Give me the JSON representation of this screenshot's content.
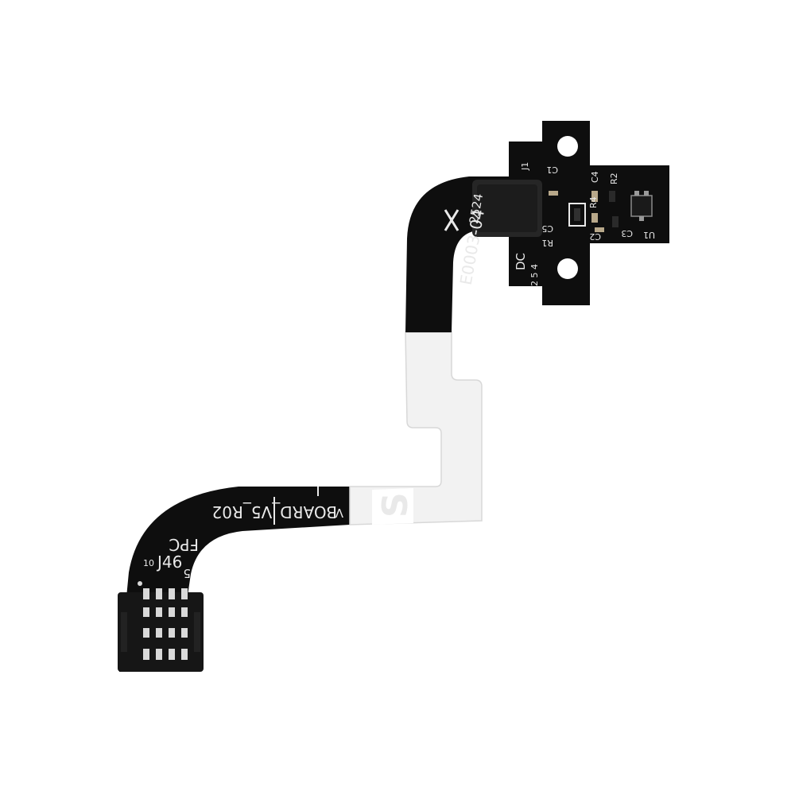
{
  "scene": {
    "background_color": "#ffffff",
    "cable_color": "#0e0e0e",
    "stiffener_color": "#f2f2f2",
    "sticker_color": "#f36a3c",
    "silkscreen_color": "#e9e9e9"
  },
  "silkscreen": {
    "part_number": "E0003-04",
    "date_code": "2524",
    "board_label": "BOARD_V5_R02",
    "board_prefix": "V",
    "fpc_label": "FPC",
    "connector_ref": "J46",
    "pin_10": "10",
    "pin_5": "5",
    "j1": "J1",
    "c1": "C1",
    "c4": "C4",
    "r2": "R2",
    "r4": "R4",
    "c2": "C2",
    "c3": "C3",
    "r1": "R1",
    "c5": "C5",
    "u1": "U1",
    "dc": "DC",
    "lot": "2 5 4",
    "sticker_text": "S"
  }
}
